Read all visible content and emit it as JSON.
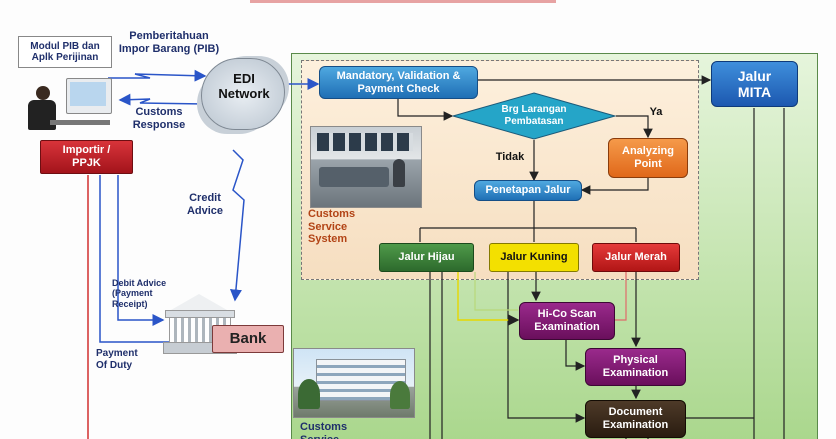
{
  "modul_label": "Modul PIB dan Aplk Perijinan",
  "pemberitahuan_label": "Pemberitahuan Impor Barang (PIB)",
  "customs_response_label": "Customs Response",
  "edi_label": "EDI Network",
  "importir_label": "Importir / PPJK",
  "credit_advice_label": "Credit Advice",
  "debit_advice_label": "Debit Advice (Payment Receipt)",
  "payment_duty_label": "Payment Of Duty",
  "bank_label": "Bank",
  "mandatory_label": "Mandatory, Validation & Payment Check",
  "brg_label": "Brg Larangan Pembatasan",
  "ya_label": "Ya",
  "tidak_label": "Tidak",
  "analyzing_label": "Analyzing Point",
  "penetapan_label": "Penetapan Jalur",
  "css_label": "Customs Service System",
  "jalur_mita_label": "Jalur MITA",
  "jalur_hijau_label": "Jalur Hijau",
  "jalur_kuning_label": "Jalur Kuning",
  "jalur_merah_label": "Jalur Merah",
  "hico_label": "Hi-Co Scan Examination",
  "physical_label": "Physical Examination",
  "document_label": "Document Examination",
  "customs_service_office_label": "Customs Service",
  "colors": {
    "green_area": "#a6d789",
    "blue_box": "#2a86cf",
    "jalur_hijau": "#3b7a3a",
    "jalur_kuning": "#f5e400",
    "jalur_merah": "#cc1e1e",
    "analyzing": "#ee7a22",
    "purple": "#7e1670",
    "document": "#3b2a1c",
    "bank": "#e8a9a9",
    "importir": "#b81e24"
  }
}
